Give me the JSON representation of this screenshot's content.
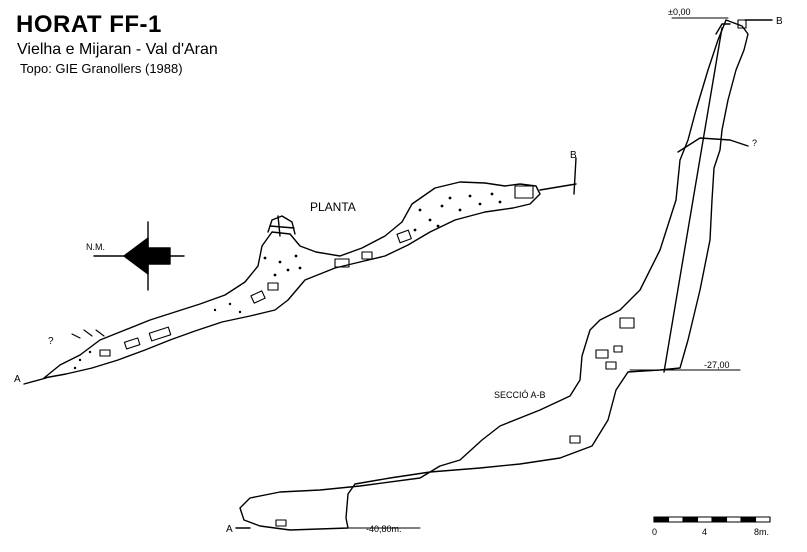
{
  "header": {
    "title": "HORAT  FF-1",
    "subtitle": "Vielha e Mijaran - Val d'Aran",
    "credit": "Topo: GIE Granollers  (1988)"
  },
  "plan": {
    "label": "PLANTA",
    "north_label": "N.M.",
    "point_a": "A",
    "point_b": "B",
    "unknown_mark": "?"
  },
  "section": {
    "label": "SECCIÓ A-B",
    "point_a": "A",
    "point_b": "B",
    "unknown_mark": "?",
    "depths": [
      "±0,00",
      "-27,00",
      "-40,80m."
    ]
  },
  "scale": {
    "ticks": [
      "0",
      "4",
      "8m."
    ]
  }
}
